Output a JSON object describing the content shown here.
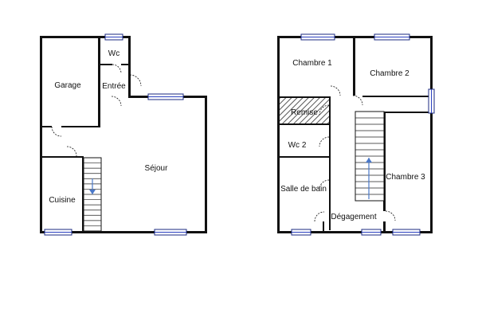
{
  "ground_floor": {
    "rooms": {
      "wc": "Wc",
      "garage": "Garage",
      "entree": "Entrée",
      "sejour": "Séjour",
      "cuisine": "Cuisine"
    }
  },
  "upper_floor": {
    "rooms": {
      "chambre1": "Chambre 1",
      "chambre2": "Chambre 2",
      "remise": "Remise",
      "wc2": "Wc 2",
      "chambre3": "Chambre 3",
      "salle_de_bain": "Salle de bain",
      "degagement": "Dégagement"
    }
  },
  "colors": {
    "wall": "#111111",
    "window": "#2a3fbf",
    "stair_arrow": "#4a78c8",
    "hatch": "#555555"
  }
}
